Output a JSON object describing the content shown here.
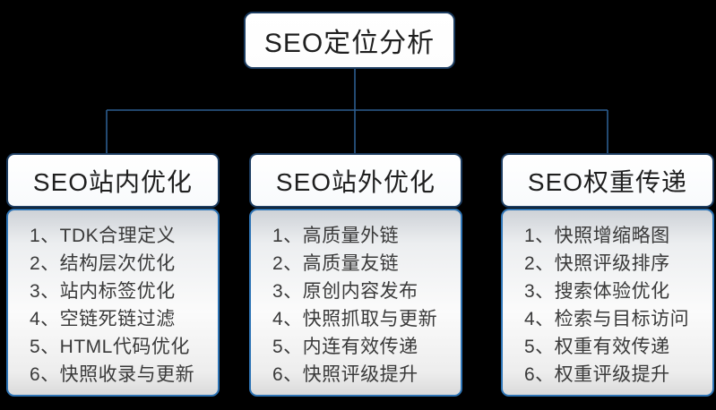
{
  "diagram": {
    "type": "tree-mindmap",
    "root": {
      "title": "SEO定位分析"
    },
    "columns": [
      {
        "header": "SEO站内优化",
        "items": [
          "1、TDK合理定义",
          "2、结构层次优化",
          "3、站内标签优化",
          "4、空链死链过滤",
          "5、HTML代码优化",
          "6、快照收录与更新"
        ]
      },
      {
        "header": "SEO站外优化",
        "items": [
          "1、高质量外链",
          "2、高质量友链",
          "3、原创内容发布",
          "4、快照抓取与更新",
          "5、内连有效传递",
          "6、快照评级提升"
        ]
      },
      {
        "header": "SEO权重传递",
        "items": [
          "1、快照增缩略图",
          "2、快照评级排序",
          "3、搜索体验优化",
          "4、检索与目标访问",
          "5、权重有效传递",
          "6、权重评级提升"
        ]
      }
    ],
    "colors": {
      "background": "#000000",
      "box_fill": "#ffffff",
      "list_fill_top": "#ced2d7",
      "list_fill_bottom": "#dadada",
      "header_border": "#1c3c60",
      "list_border": "#2e74b5",
      "connector_line": "#2c5d8f",
      "text": "#1f1f1f"
    }
  }
}
